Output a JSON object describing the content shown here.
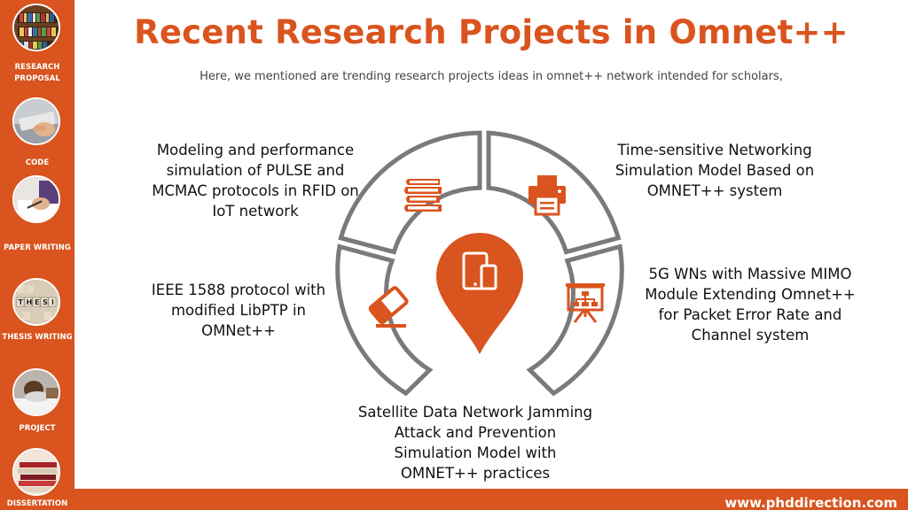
{
  "title": "Recent Research Projects in Omnet++",
  "subtitle": "Here, we mentioned are trending research projects ideas in omnet++ network intended for scholars,",
  "sidebar": {
    "items": [
      {
        "label": "RESEARCH PROPOSAL",
        "icon": "bookshelf-photo"
      },
      {
        "label": "CODE",
        "icon": "laptop-hand-photo"
      },
      {
        "label": "PAPER WRITING",
        "icon": "writing-hand-photo"
      },
      {
        "label": "THESIS WRITING",
        "icon": "thesis-blocks-photo"
      },
      {
        "label": "PROJECT",
        "icon": "student-desk-photo"
      },
      {
        "label": "DISSERTATION",
        "icon": "book-stack-photo"
      }
    ]
  },
  "projects": {
    "top_left": "Modeling and performance simulation of PULSE and MCMAC protocols in RFID on IoT network",
    "top_right": "Time-sensitive Networking Simulation Model Based on OMNET++ system",
    "mid_left": "IEEE 1588 protocol with modified LibPTP in OMNet++",
    "mid_right": "5G WNs with Massive MIMO Module Extending Omnet++ for Packet Error Rate and Channel system",
    "bottom": "Satellite Data Network Jamming Attack and Prevention Simulation Model with OMNET++ practices"
  },
  "diagram": {
    "segment_icons": [
      "books-icon",
      "printer-icon",
      "eraser-icon",
      "presentation-board-icon"
    ],
    "center_icon": "tablet-phone-icon"
  },
  "footer": {
    "url": "www.phddirection.com"
  },
  "colors": {
    "accent": "#d9541e",
    "ring": "#7a7a7a",
    "text": "#111111"
  }
}
